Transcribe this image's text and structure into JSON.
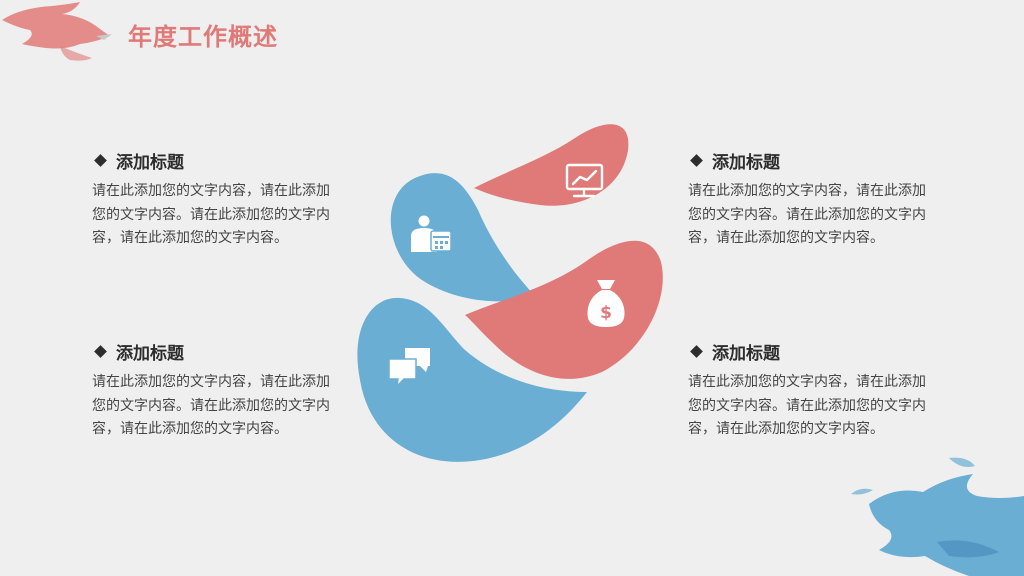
{
  "page": {
    "title": "年度工作概述"
  },
  "colors": {
    "accent_red": "#e07a78",
    "accent_blue": "#6aaed3",
    "text_dark": "#2d2d2d",
    "background": "#efefef"
  },
  "blocks": [
    {
      "heading": "添加标题",
      "body": "请在此添加您的文字内容，请在此添加您的文字内容。请在此添加您的文字内容，请在此添加您的文字内容。"
    },
    {
      "heading": "添加标题",
      "body": "请在此添加您的文字内容，请在此添加您的文字内容。请在此添加您的文字内容，请在此添加您的文字内容。"
    },
    {
      "heading": "添加标题",
      "body": "请在此添加您的文字内容，请在此添加您的文字内容。请在此添加您的文字内容，请在此添加您的文字内容。"
    },
    {
      "heading": "添加标题",
      "body": "请在此添加您的文字内容，请在此添加您的文字内容。请在此添加您的文字内容，请在此添加您的文字内容。"
    }
  ],
  "petals": [
    {
      "icon": "monitor-chart-icon",
      "color": "#e07a78"
    },
    {
      "icon": "user-calendar-icon",
      "color": "#6aaed3"
    },
    {
      "icon": "money-bag-icon",
      "color": "#e07a78"
    },
    {
      "icon": "chat-bubbles-icon",
      "color": "#6aaed3"
    }
  ]
}
